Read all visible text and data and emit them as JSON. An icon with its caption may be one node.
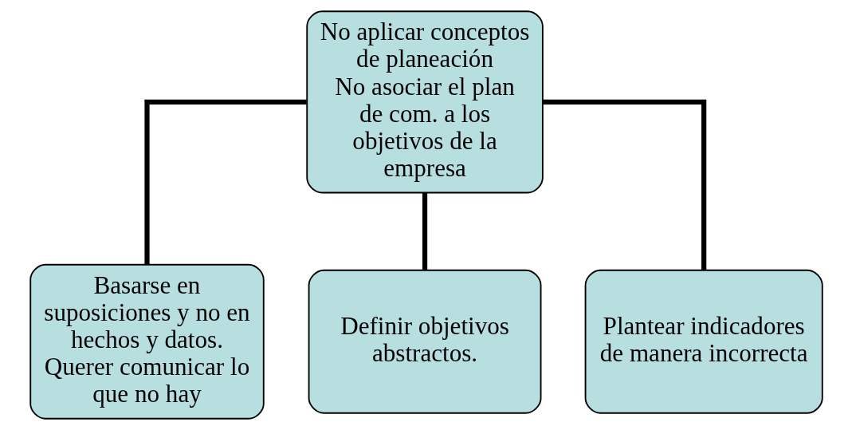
{
  "diagram": {
    "nodes": [
      {
        "text": [
          "No aplicar conceptos de planeación",
          "No asociar el plan de com. a los objetivos de la empresa"
        ]
      },
      {
        "text": [
          "Basarse en suposiciones y no en hechos y datos.",
          "Querer comunicar lo que no hay"
        ]
      },
      {
        "text": [
          "Definir objetivos abstractos."
        ]
      },
      {
        "text": [
          "Plantear indicadores de manera incorrecta"
        ]
      }
    ],
    "edges": [
      {
        "from": 0,
        "to": 1,
        "arrow": "none"
      },
      {
        "from": 0,
        "to": 2,
        "arrow": "none"
      },
      {
        "from": 0,
        "to": 3,
        "arrow": "none"
      }
    ]
  }
}
